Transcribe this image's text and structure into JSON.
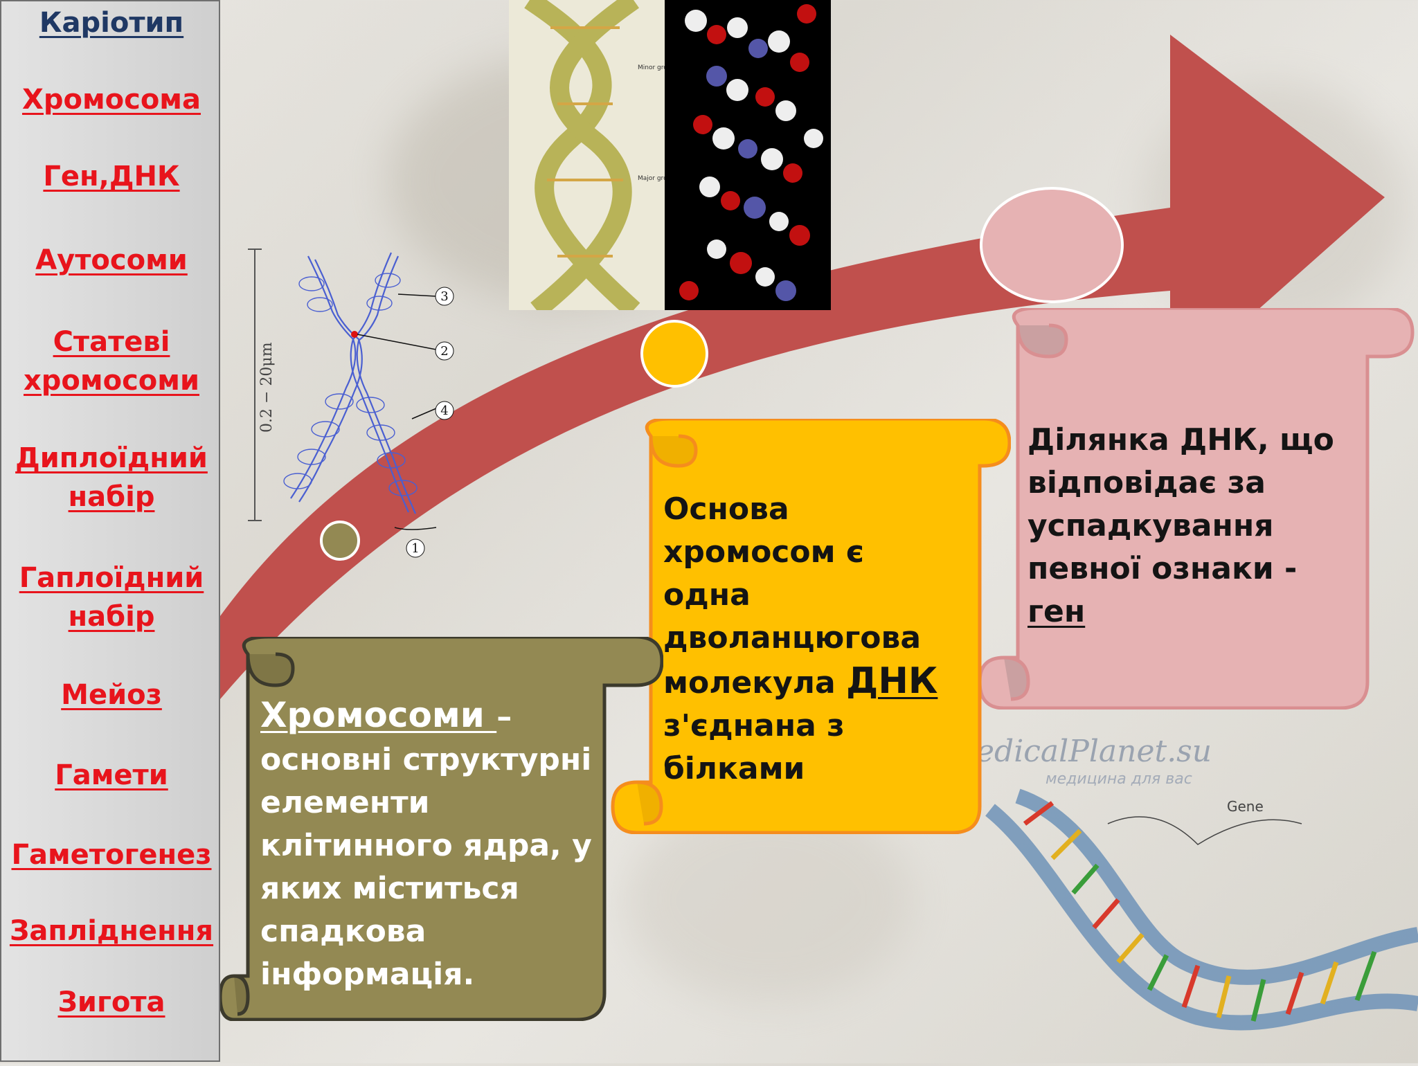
{
  "sidebar": {
    "items": [
      {
        "label": "Каріотип",
        "active": true
      },
      {
        "label": "Хромосома"
      },
      {
        "label": "Ген,ДНК"
      },
      {
        "label": "Аутосоми"
      },
      {
        "label": "Статеві хромосоми"
      },
      {
        "label": "Диплоїдний набір"
      },
      {
        "label": "Гаплоїдний набір"
      },
      {
        "label": "Мейоз"
      },
      {
        "label": "Гамети"
      },
      {
        "label": "Гаметогенез"
      },
      {
        "label": "Запліднення"
      },
      {
        "label": "Зигота"
      }
    ]
  },
  "cards": {
    "chromosomes": {
      "term": "Хромосоми ",
      "dash": "–",
      "lines": [
        "основні структурні",
        "елементи",
        "клітинного ядра, у",
        "яких міститься",
        "спадкова",
        "інформація."
      ]
    },
    "basis": {
      "lines": [
        "Основа",
        "хромосом  є",
        "одна",
        "дволанцюгова"
      ],
      "line5_prefix": "молекула ",
      "line5_term": "ДНК",
      "lines_after": [
        "з'єднана з",
        "білками"
      ]
    },
    "gene": {
      "lines": [
        "Ділянка ДНК, що",
        "відповідає за",
        "успадкування",
        "певної ознаки  -"
      ],
      "term": "ген"
    }
  },
  "chromosome_diagram": {
    "scale_label": "0.2 − 20μm",
    "markers": [
      "1",
      "2",
      "3",
      "4"
    ]
  },
  "dna_image": {
    "labels": [
      "Minor groove",
      "Major groove"
    ]
  },
  "gene_image": {
    "watermark_line1": "edicalPlanet.su",
    "watermark_line2": "медицина для вас",
    "label": "Gene"
  },
  "colors": {
    "arrow": "#c0504d",
    "card_olive": "#938953",
    "card_yellow": "#ffc000",
    "card_pink": "#e6b2b3",
    "link": "#e8141c",
    "link_active": "#1f3864"
  }
}
